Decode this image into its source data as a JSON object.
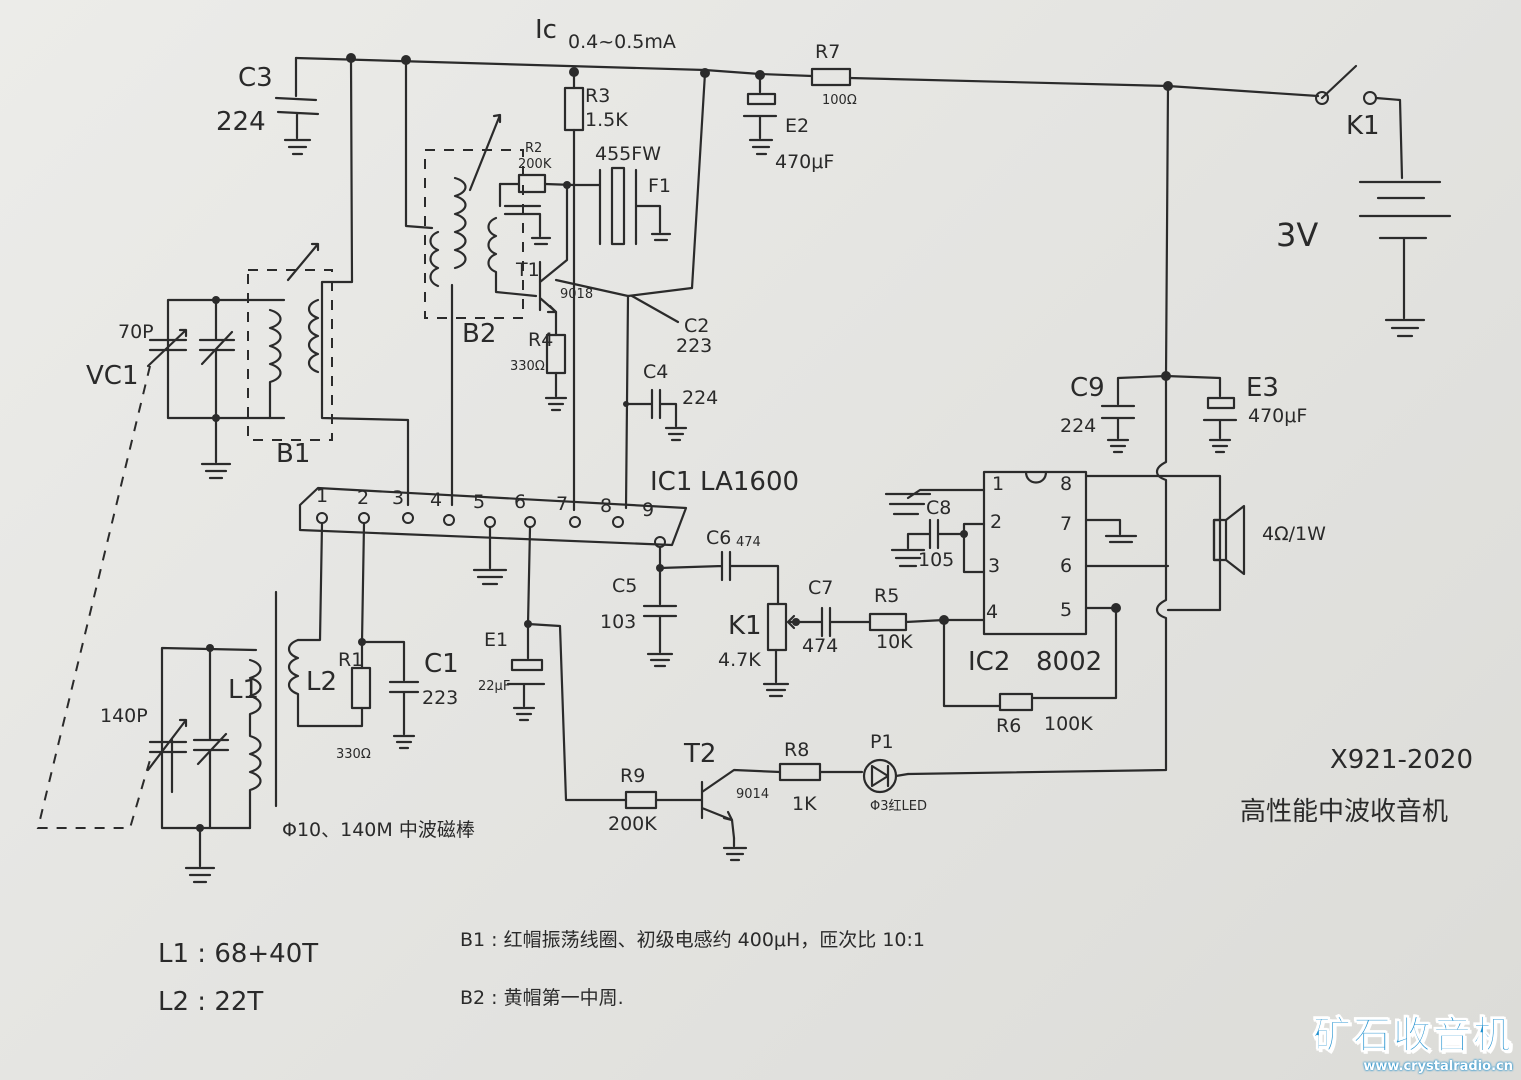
{
  "title": {
    "code": "X921-2020",
    "name": "高性能中波收音机"
  },
  "current": {
    "label": "Ic",
    "value": "0.4~0.5mA"
  },
  "battery": {
    "voltage": "3V",
    "switch": "K1"
  },
  "ic1": {
    "ref": "IC1",
    "part": "LA1600",
    "pins": [
      "1",
      "2",
      "3",
      "4",
      "5",
      "6",
      "7",
      "8",
      "9"
    ]
  },
  "ic2": {
    "ref": "IC2",
    "part": "8002",
    "pins": [
      "1",
      "2",
      "3",
      "4",
      "8",
      "7",
      "6",
      "5"
    ]
  },
  "transistors": {
    "t1": {
      "ref": "T1",
      "part": "9018"
    },
    "t2": {
      "ref": "T2",
      "part": "9014"
    }
  },
  "components": {
    "C3": {
      "ref": "C3",
      "value": "224"
    },
    "R3": {
      "ref": "R3",
      "value": "1.5K"
    },
    "R7": {
      "ref": "R7",
      "value": "100Ω"
    },
    "E2": {
      "ref": "E2",
      "value": "470μF"
    },
    "R2": {
      "ref": "R2",
      "value": "200K"
    },
    "F1": {
      "ref": "F1",
      "value": "455FW"
    },
    "R4": {
      "ref": "R4",
      "value": "330Ω"
    },
    "C2": {
      "ref": "C2",
      "value": "223"
    },
    "C4": {
      "ref": "C4",
      "value": "224"
    },
    "B2": {
      "ref": "B2"
    },
    "VC1": {
      "ref": "VC1",
      "value": "70P"
    },
    "B1": {
      "ref": "B1"
    },
    "C9": {
      "ref": "C9",
      "value": "224"
    },
    "E3": {
      "ref": "E3",
      "value": "470μF"
    },
    "C8": {
      "ref": "C8",
      "value": "105"
    },
    "SPK": {
      "value": "4Ω/1W"
    },
    "C6": {
      "ref": "C6",
      "value": "474"
    },
    "C5": {
      "ref": "C5",
      "value": "103"
    },
    "K1pot": {
      "ref": "K1",
      "value": "4.7K"
    },
    "C7": {
      "ref": "C7",
      "value": "474"
    },
    "R5": {
      "ref": "R5",
      "value": "10K"
    },
    "R6": {
      "ref": "R6",
      "value": "100K"
    },
    "E1": {
      "ref": "E1",
      "value": "22μF"
    },
    "L1": {
      "ref": "L1"
    },
    "L2": {
      "ref": "L2"
    },
    "R1": {
      "ref": "R1",
      "value": "330Ω"
    },
    "C1": {
      "ref": "C1",
      "value": "223"
    },
    "VC2": {
      "value": "140P"
    },
    "R9": {
      "ref": "R9",
      "value": "200K"
    },
    "R8": {
      "ref": "R8",
      "value": "1K"
    },
    "P1": {
      "ref": "P1",
      "value": "Φ3红LED"
    }
  },
  "rod": "Φ10、140M 中波磁棒",
  "notes": {
    "L1": "L1 :  68+40T",
    "L2": "L2 :  22T",
    "B1": "B1 : 红帽振荡线圈、初级电感约 400μH，匝次比 10:1",
    "B2": "B2 :  黄帽第一中周."
  },
  "watermark": {
    "title": "矿石收音机",
    "url": "www.crystalradio.cn"
  }
}
